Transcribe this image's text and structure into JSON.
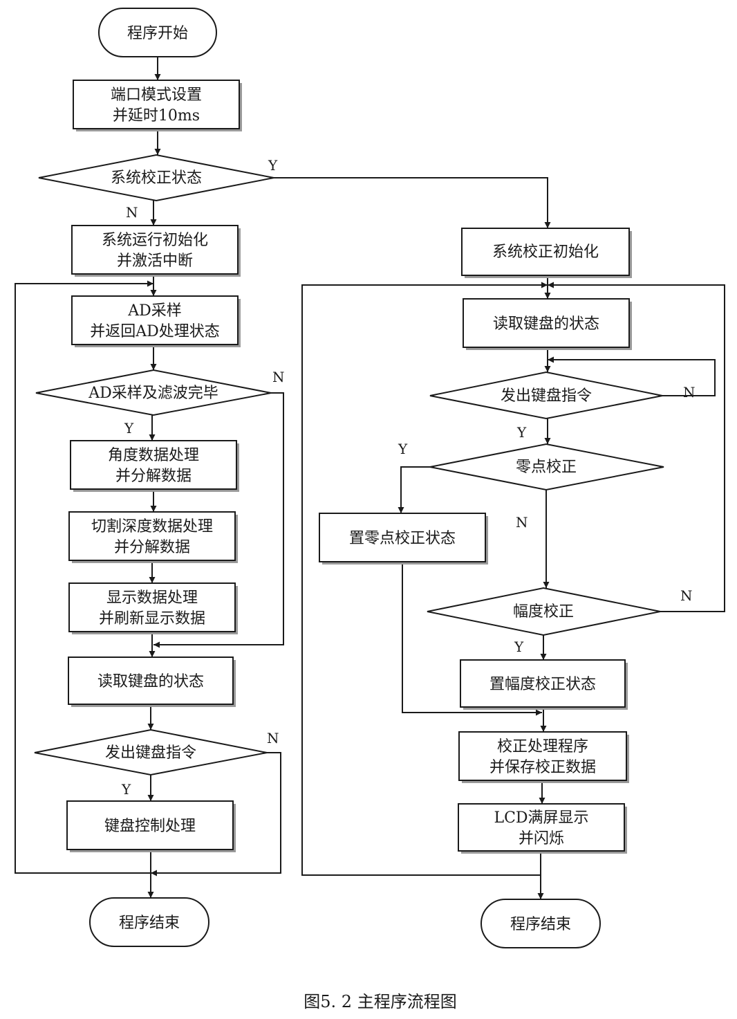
{
  "caption": "图5. 2  主程序流程图",
  "nodes": {
    "start": "程序开始",
    "port_setup": [
      "端口模式设置",
      "并延时10ms"
    ],
    "sys_calib_state": "系统校正状态",
    "run_init": [
      "系统运行初始化",
      "并激活中断"
    ],
    "ad_sample": [
      "AD采样",
      "并返回AD处理状态"
    ],
    "ad_done": "AD采样及滤波完毕",
    "angle_proc": [
      "角度数据处理",
      "并分解数据"
    ],
    "depth_proc": [
      "切割深度数据处理",
      "并分解数据"
    ],
    "display_proc": [
      "显示数据处理",
      "并刷新显示数据"
    ],
    "read_kbd_left": "读取键盘的状态",
    "kbd_cmd_left": "发出键盘指令",
    "kbd_ctrl": "键盘控制处理",
    "end_left": "程序结束",
    "calib_init": "系统校正初始化",
    "read_kbd_right": "读取键盘的状态",
    "kbd_cmd_right": "发出键盘指令",
    "zero_calib": "零点校正",
    "set_zero_state": "置零点校正状态",
    "amp_calib": "幅度校正",
    "set_amp_state": "置幅度校正状态",
    "calib_proc": [
      "校正处理程序",
      "并保存校正数据"
    ],
    "lcd_flash": [
      "LCD满屏显示",
      "并闪烁"
    ],
    "end_right": "程序结束"
  },
  "labels": {
    "y_sys_calib": "Y",
    "n_sys_calib": "N",
    "n_ad_done": "N",
    "y_ad_done": "Y",
    "n_kbd_left": "N",
    "y_kbd_left": "Y",
    "n_kbd_right": "N",
    "y_kbd_right": "Y",
    "y_zero": "Y",
    "n_zero": "N",
    "n_amp": "N",
    "y_amp": "Y"
  }
}
